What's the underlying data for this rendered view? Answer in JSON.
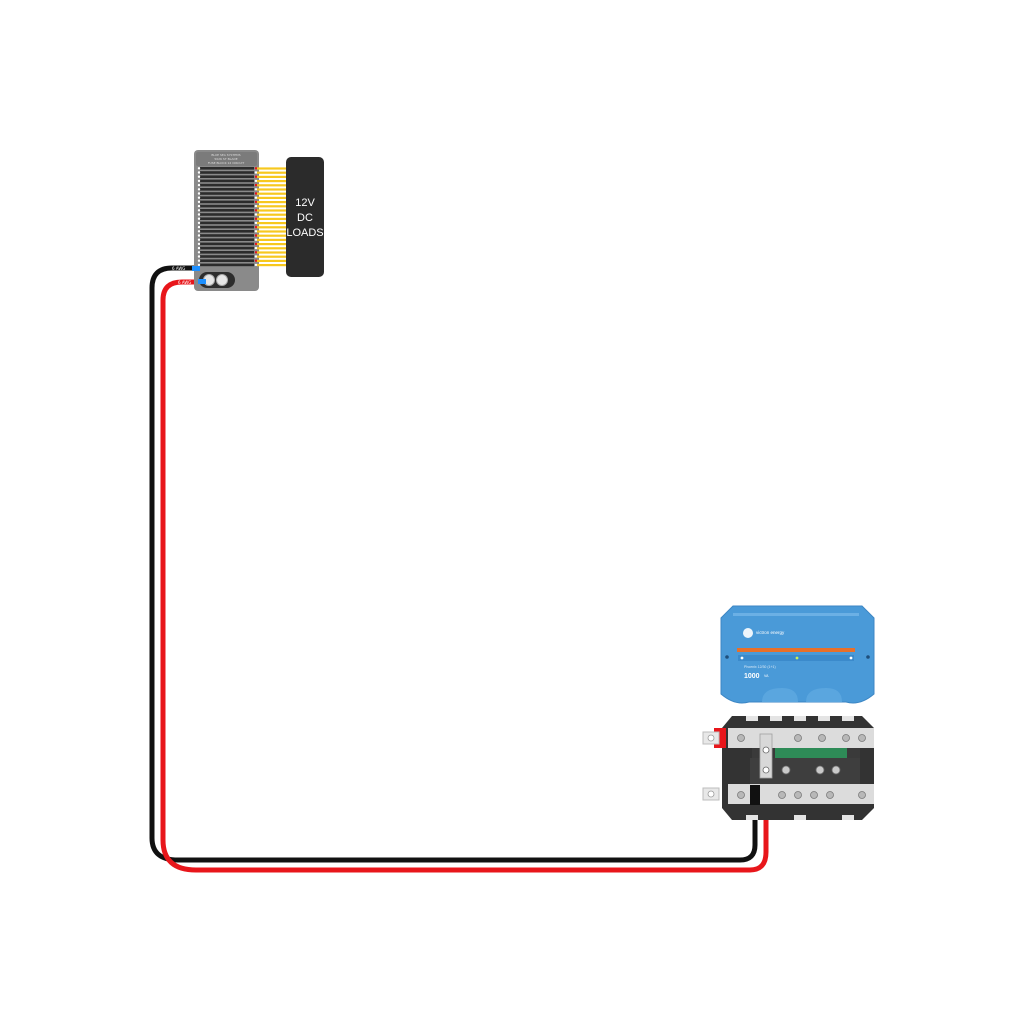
{
  "fuse_block": {
    "header_line1": "BLUE SEA SYSTEMS",
    "header_line2": "5026 ST BLADE",
    "header_line3": "FUSE BLOCK 12 CIRCUIT",
    "wire_label_negative": "6 AWG",
    "wire_label_positive": "6 AWG"
  },
  "loads": {
    "line1": "12V",
    "line2": "DC",
    "line3": "LOADS"
  },
  "charger": {
    "brand": "victron energy",
    "model": "Phoenix 12/30 (1+1)",
    "rating": "1000",
    "rating_unit": "VA"
  },
  "colors": {
    "positive_wire": "#e8161b",
    "negative_wire": "#111111",
    "fuse_yellow": "#f7c81e",
    "charger_blue": "#4a9ad8",
    "accent_orange": "#e8702a",
    "bus_green": "#2e8b57"
  }
}
